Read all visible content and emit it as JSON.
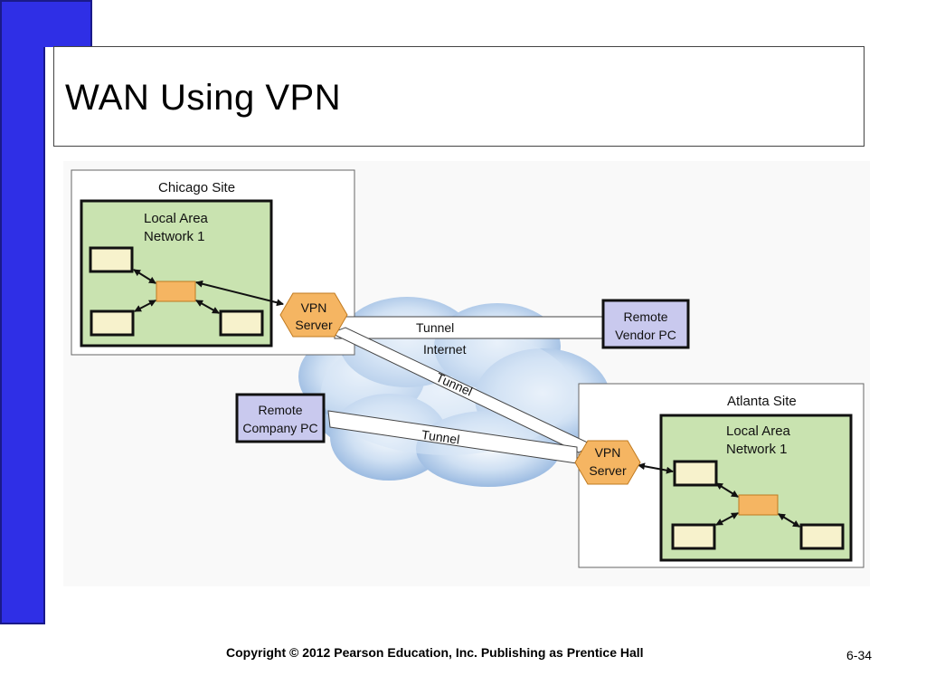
{
  "slide": {
    "title": "WAN Using VPN",
    "copyright": "Copyright © 2012 Pearson Education, Inc. Publishing as Prentice Hall",
    "page_number": "6-34"
  },
  "diagram": {
    "chicago_site": {
      "label": "Chicago Site",
      "lan_line1": "Local Area",
      "lan_line2": "Network 1"
    },
    "atlanta_site": {
      "label": "Atlanta Site",
      "lan_line1": "Local Area",
      "lan_line2": "Network 1"
    },
    "vpn_server_chicago": {
      "line1": "VPN",
      "line2": "Server"
    },
    "vpn_server_atlanta": {
      "line1": "VPN",
      "line2": "Server"
    },
    "remote_vendor_pc": {
      "line1": "Remote",
      "line2": "Vendor PC"
    },
    "remote_company_pc": {
      "line1": "Remote",
      "line2": "Company PC"
    },
    "internet_label": "Internet",
    "tunnel_labels": [
      "Tunnel",
      "Tunnel",
      "Tunnel"
    ],
    "colors": {
      "accent_blue": "#2f2fe6",
      "lan_green": "#c9e3b0",
      "vpn_orange": "#f5b562",
      "switch_orange": "#f5b562",
      "pc_yellow": "#f7f2cc",
      "remote_lavender": "#c9c9ee",
      "cloud_blue": "#a9c6e8"
    }
  }
}
